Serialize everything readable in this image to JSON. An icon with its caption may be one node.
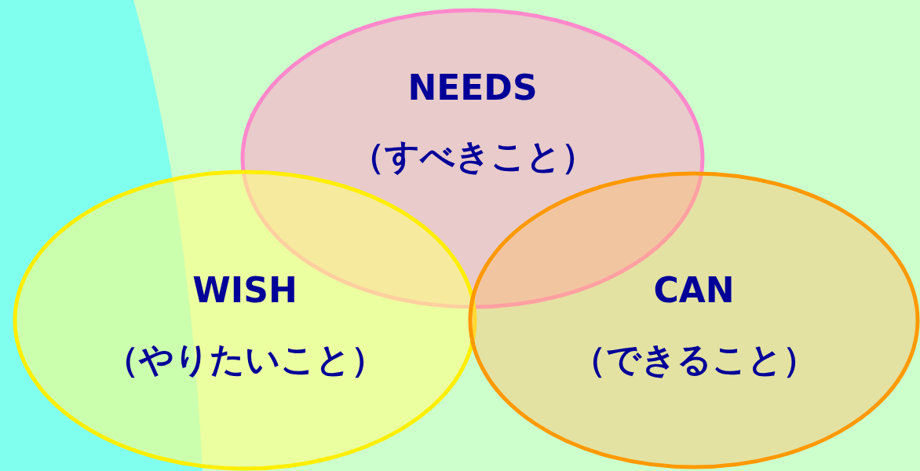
{
  "diagram": {
    "nodes": [
      {
        "text": [
          "NEEDS",
          "（すべきこと）"
        ]
      },
      {
        "text": [
          "WISH",
          "（やりたいこと）"
        ]
      },
      {
        "text": [
          "CAN",
          "（できること）"
        ]
      }
    ]
  }
}
